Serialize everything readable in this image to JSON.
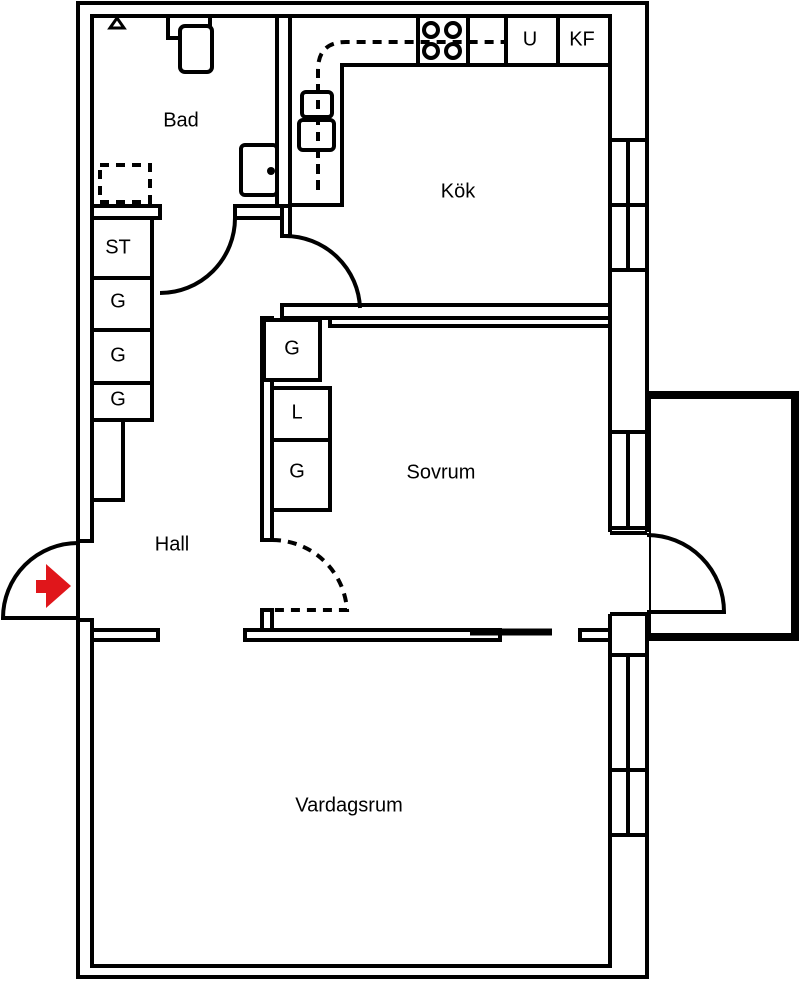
{
  "rooms": {
    "bathroom": "Bad",
    "kitchen": "Kök",
    "hall": "Hall",
    "bedroom": "Sovrum",
    "living_room": "Vardagsrum"
  },
  "closets": {
    "hall_left": [
      "ST",
      "G",
      "G",
      "G"
    ],
    "hall_right_top": "G",
    "bedroom_closets": [
      "L",
      "G"
    ]
  },
  "kitchen_units": {
    "fridge": "U",
    "freezer": "KF"
  },
  "colors": {
    "wall": "#000000",
    "entrance_arrow": "#e0161b"
  }
}
